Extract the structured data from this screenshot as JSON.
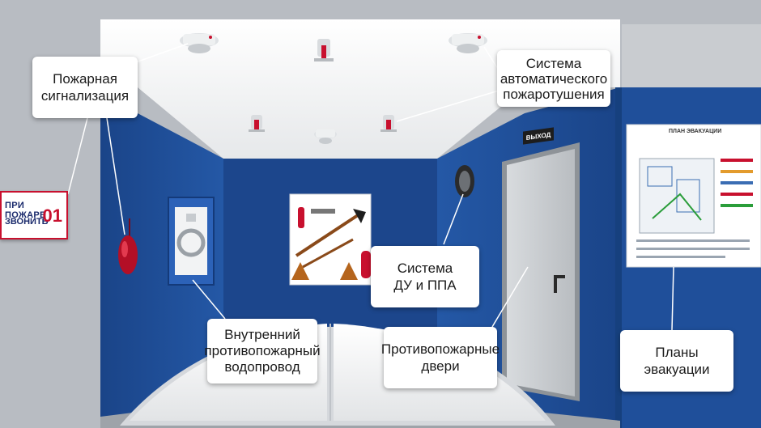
{
  "callouts": {
    "fire_alarm": [
      "Пожарная",
      "сигнализация"
    ],
    "auto_extinguishing": [
      "Система",
      "автоматического",
      "пожаротушения"
    ],
    "smoke_removal": [
      "Система",
      "ДУ и ППА"
    ],
    "internal_water": [
      "Внутренний",
      "противопожарный",
      "водопровод"
    ],
    "fire_doors": [
      "Противопожарные",
      "двери"
    ],
    "evacuation_plans": [
      "Планы эвакуации"
    ]
  },
  "wall_sign": {
    "line1": "ПРИ ПОЖАРЕ",
    "line2": "ЗВОНИТЬ",
    "number": "01"
  },
  "door_sign": "ВЫХОД",
  "plan_title": "ПЛАН ЭВАКУАЦИИ",
  "colors": {
    "wall_blue": "#1f4f9a",
    "back_wall_blue": "#1c468c",
    "ceiling": "#f4f5f6",
    "background": "#b8bcc2",
    "alarm_red": "#c8102e",
    "door": "#cfd2d5"
  }
}
